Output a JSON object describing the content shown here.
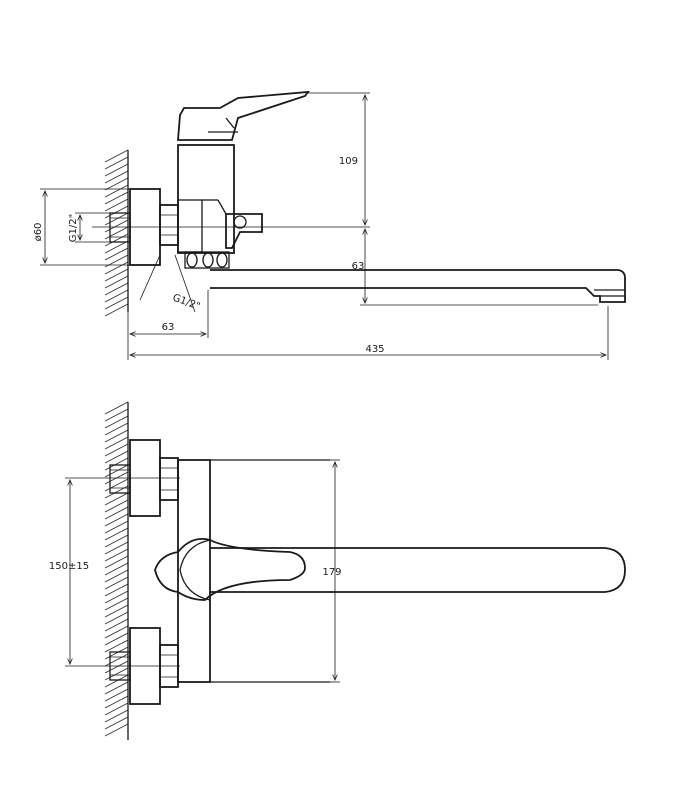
{
  "side_view": {
    "dim_height": "109",
    "dim_outlet_height": "63",
    "dim_total_length": "435",
    "dim_offset": "63",
    "dim_diameter": "ø60",
    "thread_label_1": "G1/2\"",
    "thread_label_2": "G1/2\""
  },
  "top_view": {
    "dim_spacing": "150±15",
    "dim_depth": "179"
  }
}
